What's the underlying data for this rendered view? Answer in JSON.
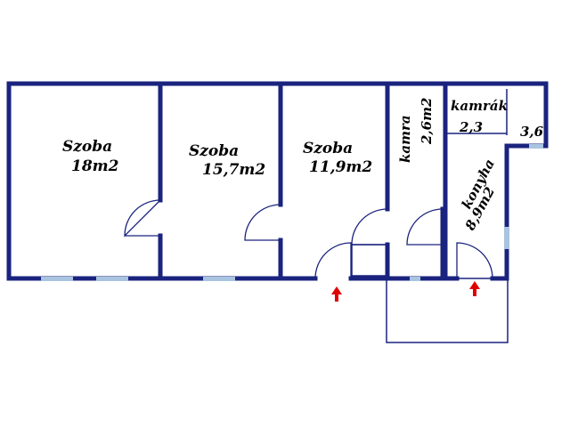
{
  "rooms": [
    {
      "id": "szoba-1",
      "name": "Szoba",
      "area": "18m2"
    },
    {
      "id": "szoba-2",
      "name": "Szoba",
      "area": "15,7m2"
    },
    {
      "id": "szoba-3",
      "name": "Szoba",
      "area": "11,9m2"
    },
    {
      "id": "kamra",
      "name": "kamra",
      "area": "2,6m2"
    },
    {
      "id": "kamrak",
      "name": "kamrák",
      "area_a": "2,3",
      "area_b": "3,6"
    },
    {
      "id": "konyha",
      "name": "konyha",
      "area": "8,9m2"
    }
  ],
  "colors": {
    "wall": "#1a237e",
    "window": "#a9c4e0",
    "entrance_arrow": "#e00000"
  },
  "entrances": 2
}
